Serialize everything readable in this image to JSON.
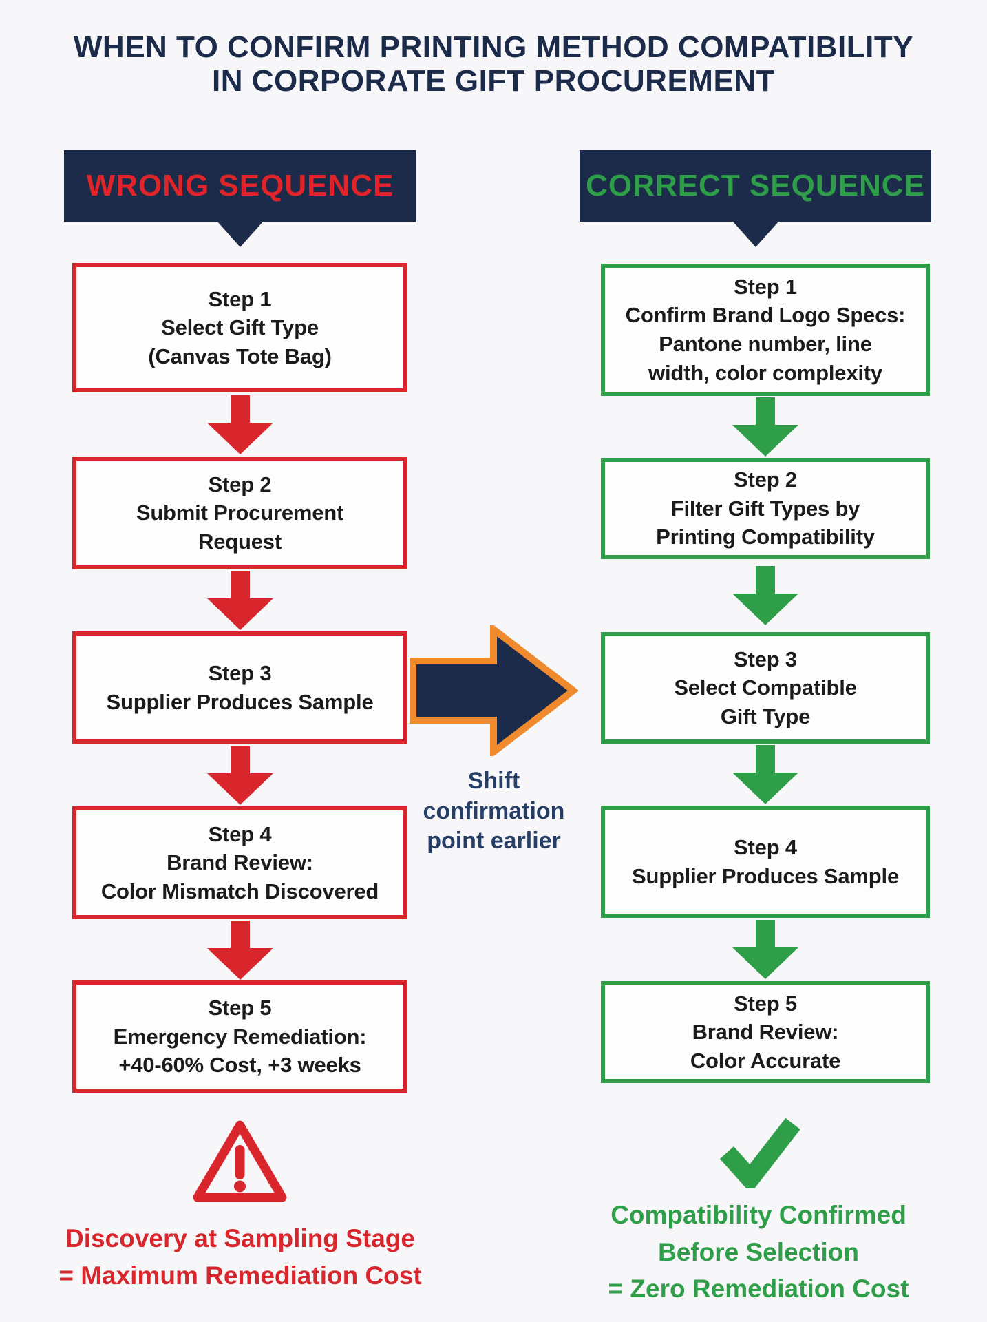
{
  "title": {
    "line1": "WHEN TO CONFIRM PRINTING METHOD COMPATIBILITY",
    "line2": "IN CORPORATE GIFT PROCUREMENT"
  },
  "colors": {
    "navy_banner": "#1c2b4a",
    "wrong_accent": "#d8262c",
    "correct_accent": "#2f9e48",
    "center_arrow_fill": "#1c2b4a",
    "center_arrow_border": "#ef8b2e",
    "caption_navy": "#263d66",
    "step_text": "#1b1b1b",
    "background": "#f7f7f9"
  },
  "wrong": {
    "header": "WRONG SEQUENCE",
    "steps": [
      {
        "title": "Step 1",
        "lines": [
          "Select Gift Type",
          "(Canvas Tote Bag)"
        ]
      },
      {
        "title": "Step 2",
        "lines": [
          "Submit Procurement",
          "Request"
        ]
      },
      {
        "title": "Step 3",
        "lines": [
          "Supplier Produces Sample"
        ]
      },
      {
        "title": "Step 4",
        "lines": [
          "Brand Review:",
          "Color Mismatch Discovered"
        ]
      },
      {
        "title": "Step 5",
        "lines": [
          "Emergency Remediation:",
          "+40-60% Cost, +3 weeks"
        ]
      }
    ],
    "footer": {
      "icon": "warning-triangle-icon",
      "lines": [
        "Discovery at Sampling Stage",
        "= Maximum Remediation Cost"
      ]
    }
  },
  "correct": {
    "header": "CORRECT SEQUENCE",
    "steps": [
      {
        "title": "Step 1",
        "lines": [
          "Confirm Brand Logo Specs:",
          "Pantone number, line",
          "width, color complexity"
        ]
      },
      {
        "title": "Step 2",
        "lines": [
          "Filter Gift Types by",
          "Printing Compatibility"
        ]
      },
      {
        "title": "Step 3",
        "lines": [
          "Select Compatible",
          "Gift Type"
        ]
      },
      {
        "title": "Step 4",
        "lines": [
          "Supplier Produces Sample"
        ]
      },
      {
        "title": "Step 5",
        "lines": [
          "Brand Review:",
          "Color Accurate"
        ]
      }
    ],
    "footer": {
      "icon": "check-icon",
      "lines": [
        "Compatibility Confirmed",
        "Before Selection",
        "= Zero Remediation Cost"
      ]
    }
  },
  "center": {
    "icon": "right-arrow-icon",
    "caption_lines": [
      "Shift",
      "confirmation",
      "point earlier"
    ]
  }
}
